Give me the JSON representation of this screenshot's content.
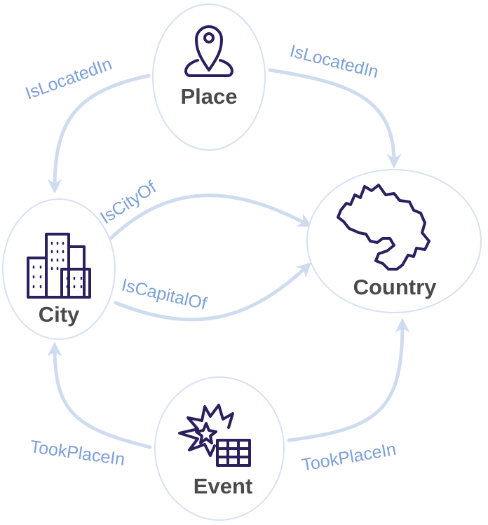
{
  "colors": {
    "edge": "#cfdcef",
    "edge_label": "#7ea0d6",
    "node_border": "#d6e1f2",
    "icon": "#2c1f5e",
    "node_text": "#4a4a4a"
  },
  "nodes": {
    "place": {
      "label": "Place",
      "icon": "map-pin-icon"
    },
    "city": {
      "label": "City",
      "icon": "city-buildings-icon"
    },
    "country": {
      "label": "Country",
      "icon": "country-map-icon"
    },
    "event": {
      "label": "Event",
      "icon": "event-burst-calendar-icon"
    }
  },
  "edges": {
    "place_to_city": {
      "label": "IsLocatedIn"
    },
    "place_to_country": {
      "label": "IsLocatedIn"
    },
    "city_to_country_1": {
      "label": "IsCityOf"
    },
    "city_to_country_2": {
      "label": "IsCapitalOf"
    },
    "event_to_city": {
      "label": "TookPlaceIn"
    },
    "event_to_country": {
      "label": "TookPlaceIn"
    }
  }
}
